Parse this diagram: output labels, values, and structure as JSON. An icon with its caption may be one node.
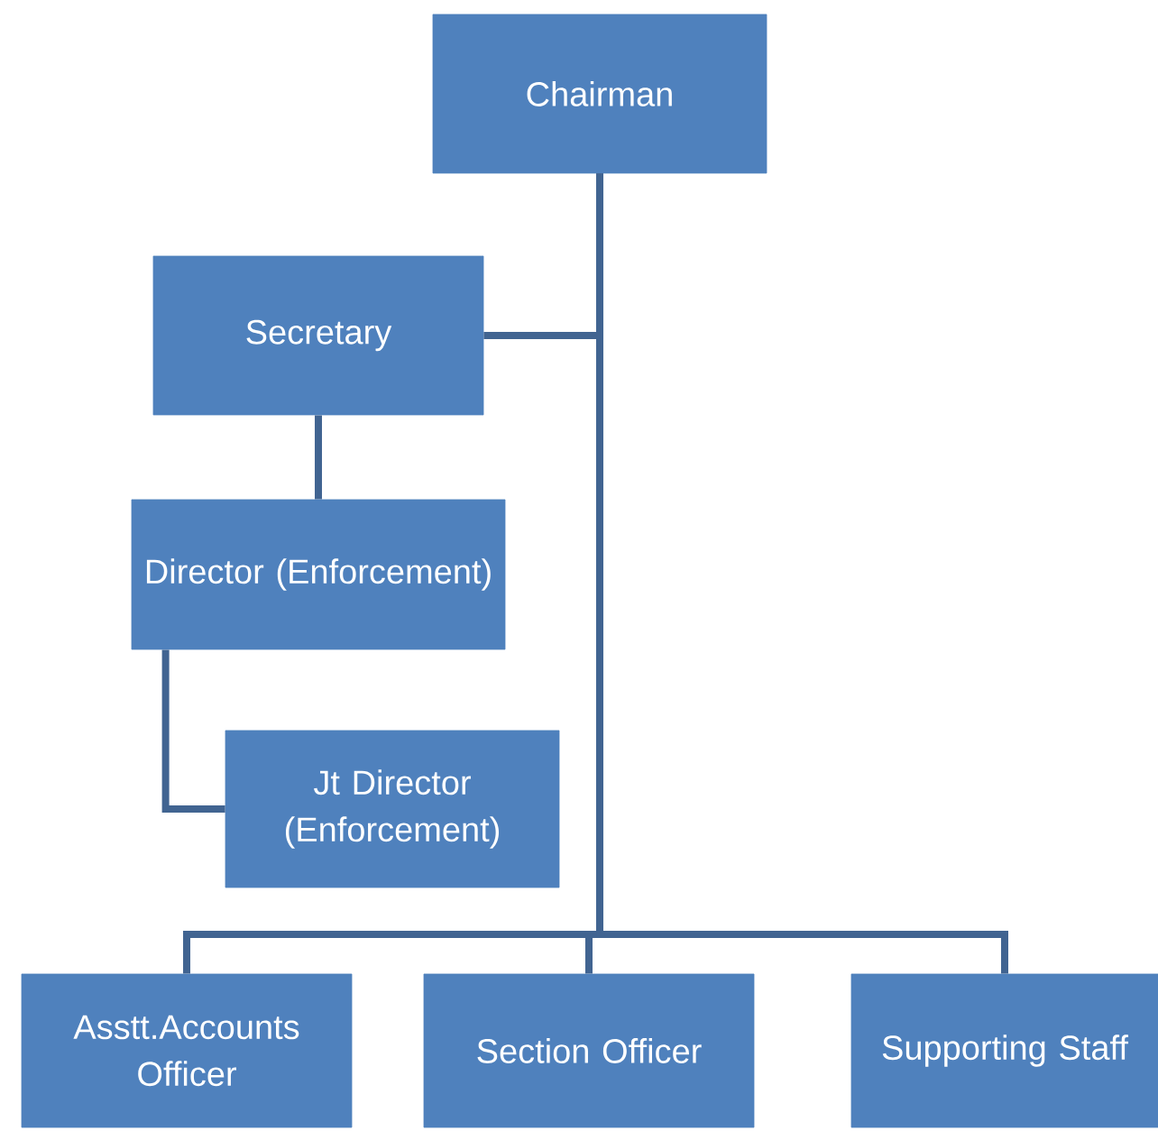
{
  "diagram": {
    "nodes": [
      {
        "text": [
          "Chairman"
        ]
      },
      {
        "text": [
          "Secretary"
        ]
      },
      {
        "text": [
          "Director (Enforcement)"
        ]
      },
      {
        "text": [
          "Jt Director (Enforcement)"
        ]
      },
      {
        "text": [
          "Asstt.Accounts Officer"
        ]
      },
      {
        "text": [
          "Section Officer"
        ]
      },
      {
        "text": [
          "Supporting Staff"
        ]
      }
    ],
    "edges": [
      {
        "from": 0,
        "to": 1,
        "arrow": "none"
      },
      {
        "from": 1,
        "to": 2,
        "arrow": "none"
      },
      {
        "from": 2,
        "to": 3,
        "arrow": "none"
      },
      {
        "from": 0,
        "to": 4,
        "arrow": "none"
      },
      {
        "from": 0,
        "to": 5,
        "arrow": "none"
      },
      {
        "from": 0,
        "to": 6,
        "arrow": "none"
      }
    ]
  }
}
